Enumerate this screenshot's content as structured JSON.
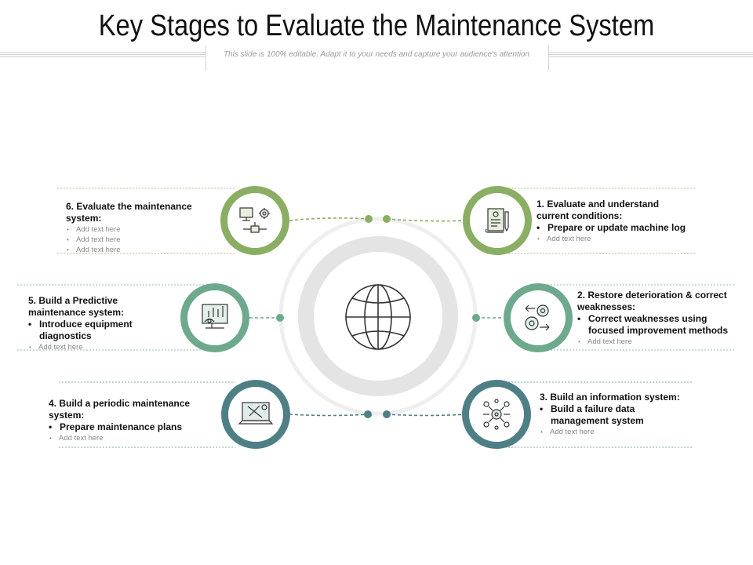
{
  "title": "Key Stages to Evaluate the Maintenance System",
  "subtitle": "This slide is 100% editable. Adapt it to your needs and capture your audience's attention",
  "center_icon": "globe-icon",
  "stages": [
    {
      "heading": "1. Evaluate and understand current conditions:",
      "heading_lines": [
        "1. Evaluate and understand",
        "current conditions:"
      ],
      "bullets": [
        "Prepare or update machine log"
      ],
      "sub_bullets": [
        "Add text here"
      ],
      "icon": "document-pen-icon",
      "color": "#8aae63"
    },
    {
      "heading": "2. Restore deterioration & correct weaknesses:",
      "heading_lines": [
        "2. Restore deterioration & correct",
        "weaknesses:"
      ],
      "bullets": [
        "Correct weaknesses using focused improvement methods"
      ],
      "bullet_lines": [
        "Correct weaknesses using",
        "focused improvement methods"
      ],
      "sub_bullets": [
        "Add text  here"
      ],
      "icon": "gears-arrows-icon",
      "color": "#6ea98d"
    },
    {
      "heading": "3. Build an information system:",
      "heading_lines": [
        "3. Build an information system:"
      ],
      "bullets": [
        "Build a failure data management system"
      ],
      "bullet_lines": [
        "Build a failure data",
        "management system"
      ],
      "sub_bullets": [
        "Add text here"
      ],
      "icon": "gear-network-icon",
      "color": "#4f7f86"
    },
    {
      "heading": "4. Build a periodic maintenance system:",
      "heading_lines": [
        "4. Build a periodic maintenance system:"
      ],
      "bullets": [
        "Prepare maintenance plans"
      ],
      "sub_bullets": [
        "Add text here"
      ],
      "icon": "laptop-tools-icon",
      "color": "#4f7f86"
    },
    {
      "heading": "5. Build a Predictive maintenance system:",
      "heading_lines": [
        "5. Build a Predictive",
        "maintenance system:"
      ],
      "bullets": [
        "Introduce equipment diagnostics"
      ],
      "sub_bullets": [
        "Add text here"
      ],
      "icon": "monitor-analytics-icon",
      "color": "#6ea98d"
    },
    {
      "heading": "6. Evaluate the maintenance system:",
      "heading_lines": [
        "6. Evaluate the maintenance system:"
      ],
      "bullets": [],
      "sub_bullets": [
        "Add text here",
        "Add text here",
        "Add text here"
      ],
      "icon": "computer-gear-network-icon",
      "color": "#8aae63"
    }
  ]
}
